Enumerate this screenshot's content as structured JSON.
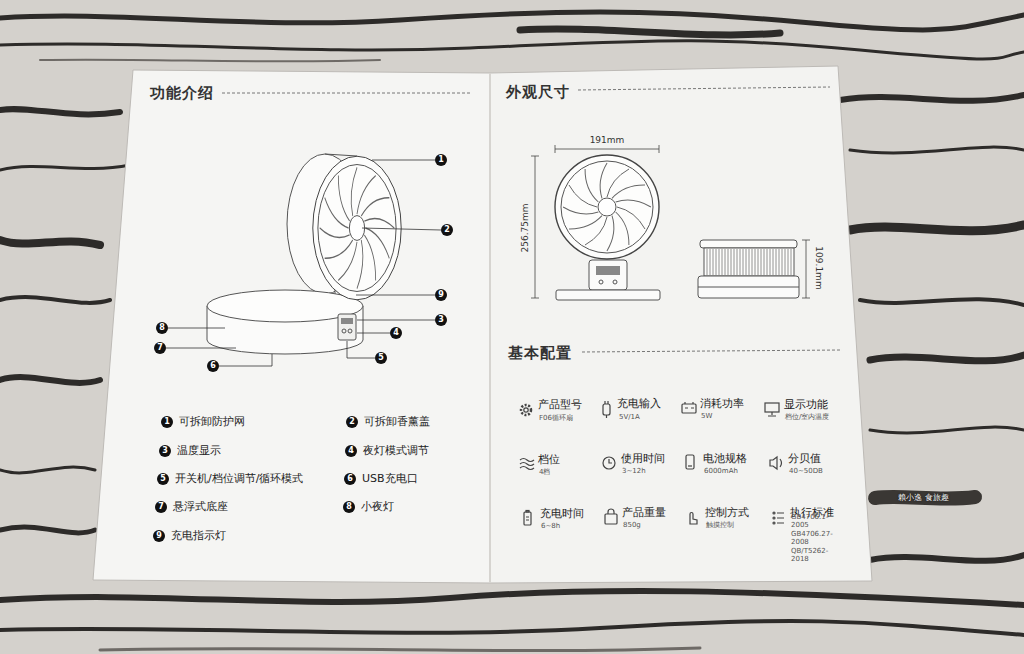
{
  "diagram": {
    "labels": [
      "功能介绍",
      "1",
      "2",
      "9",
      "3",
      "8",
      "4",
      "7",
      "5",
      "6",
      "1",
      "可拆卸防护网",
      "2",
      "可拆卸香薰盖",
      "3",
      "温度显示",
      "4",
      "夜灯模式调节",
      "5",
      "开关机/档位调节/循环模式",
      "6",
      "USB充电口",
      "7",
      "悬浮式底座",
      "8",
      "小夜灯",
      "9",
      "充电指示灯",
      "外观尺寸",
      "191mm",
      "256.75mm",
      "109.1mm",
      "基本配置",
      "产品型号",
      "F06循环扇",
      "充电输入",
      "5V/1A",
      "消耗功率",
      "5W",
      "显示功能",
      "档位/室内温度",
      "档位",
      "4档",
      "使用时间",
      "3~12h",
      "电池规格",
      "6000mAh",
      "分贝值",
      "40~50DB",
      "充电时间",
      "6~8h",
      "产品重量",
      "850g",
      "控制方式",
      "触摸控制",
      "执行标准",
      "GB4706.1-2005 GB4706.27-2008 QB/T5262-2018",
      "賴小逸 食旅趣"
    ]
  }
}
